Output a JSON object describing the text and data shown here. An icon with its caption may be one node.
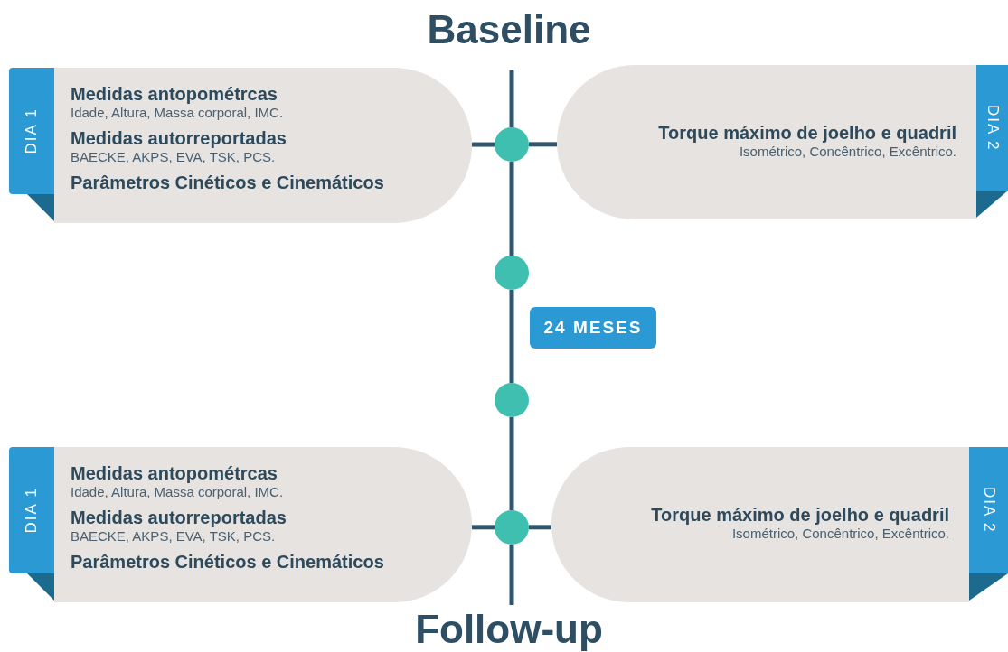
{
  "diagram": {
    "nodes": [
      {
        "text": [
          "DIA 1",
          "Medidas antopométrcas",
          "Idade, Altura, Massa corporal, IMC.",
          "Medidas autorreportadas",
          "BAECKE, AKPS, EVA, TSK, PCS.",
          "Parâmetros Cinéticos e Cinemáticos"
        ]
      },
      {
        "text": [],
        "shape": "circle"
      },
      {
        "text": [
          "DIA 2",
          "Torque máximo de joelho e quadril",
          "Isométrico, Concêntrico, Excêntrico."
        ]
      },
      {
        "text": [],
        "shape": "circle"
      },
      {
        "text": [
          "24 MESES"
        ]
      },
      {
        "text": [],
        "shape": "circle"
      },
      {
        "text": [
          "DIA 1",
          "Medidas antopométrcas",
          "Idade, Altura, Massa corporal, IMC.",
          "Medidas autorreportadas",
          "BAECKE, AKPS, EVA, TSK, PCS.",
          "Parâmetros Cinéticos e Cinemáticos"
        ]
      },
      {
        "text": [],
        "shape": "circle"
      },
      {
        "text": [
          "DIA 2",
          "Torque máximo de joelho e quadril",
          "Isométrico, Concêntrico, Excêntrico."
        ]
      }
    ],
    "edges": [
      {
        "from": null,
        "to": 1,
        "arrow": "none"
      },
      {
        "from": 1,
        "to": 0,
        "arrow": "none"
      },
      {
        "from": 1,
        "to": 2,
        "arrow": "none"
      },
      {
        "from": 1,
        "to": 3,
        "arrow": "none"
      },
      {
        "from": 3,
        "to": 5,
        "arrow": "none"
      },
      {
        "from": 5,
        "to": 7,
        "arrow": "none"
      },
      {
        "from": 7,
        "to": 6,
        "arrow": "none"
      },
      {
        "from": 7,
        "to": 8,
        "arrow": "none"
      },
      {
        "from": 7,
        "to": null,
        "arrow": "none"
      }
    ],
    "labels": [
      "Baseline",
      "Follow-up"
    ]
  }
}
